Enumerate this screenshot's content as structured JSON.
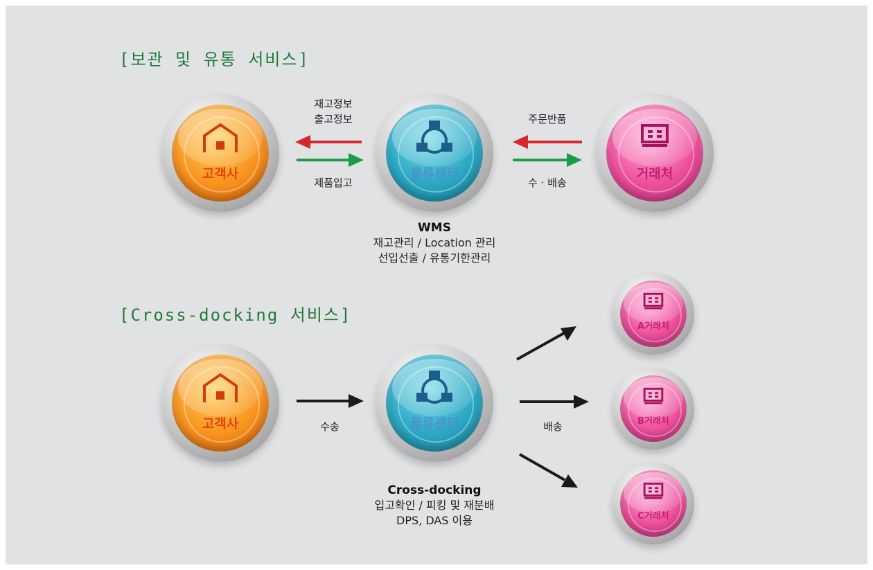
{
  "storage_section": {
    "title": "[보관 및 유통 서비스]",
    "client_label": "고객사",
    "center_label": "물류센터",
    "partner_label": "거래처",
    "left_top_label_1": "재고정보",
    "left_top_label_2": "출고정보",
    "left_bottom_label": "제품입고",
    "right_top_label": "주문반품",
    "right_bottom_label": "수 · 배송",
    "wms_title": "WMS",
    "wms_line_1": "재고관리 / Location 관리",
    "wms_line_2": "선입선출 / 유통기한관리"
  },
  "crossdock_section": {
    "title": "[Cross-docking 서비스]",
    "client_label": "고객사",
    "center_label": "물류센터",
    "transport_label": "수송",
    "delivery_label": "배송",
    "partners": [
      "A거래처",
      "B거래처",
      "C거래처"
    ],
    "caption_title": "Cross-docking",
    "caption_line_1": "입고확인 / 피킹 및 재분배",
    "caption_line_2": "DPS, DAS 이용"
  },
  "colors": {
    "title_green": "#1f7a3c",
    "arrow_red": "#d7262e",
    "arrow_green": "#1f9a48",
    "arrow_black": "#1a1a1a",
    "client_orange": "#f7941d",
    "center_teal": "#2aa8c4",
    "partner_pink": "#ec4f9b"
  },
  "icons": {
    "client": "house-icon",
    "center": "network-icon",
    "partner": "building-icon"
  }
}
